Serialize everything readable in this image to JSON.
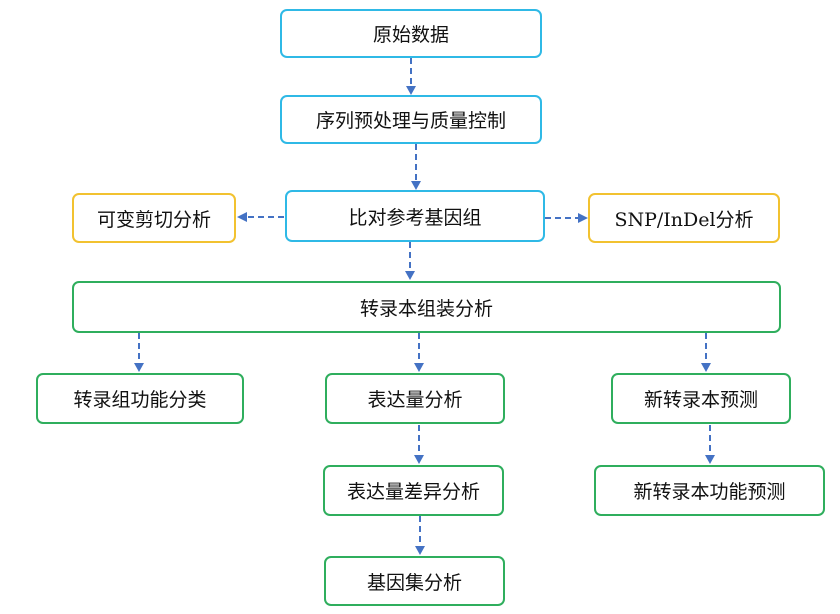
{
  "nodes": {
    "raw_data": "原始数据",
    "preprocess_qc": "序列预处理与质量控制",
    "align_reference": "比对参考基因组",
    "alt_splicing": "可变剪切分析",
    "snp_indel": "SNP/InDel分析",
    "transcript_assembly": "转录本组装分析",
    "transcriptome_function": "转录组功能分类",
    "expression": "表达量分析",
    "new_transcript": "新转录本预测",
    "diff_expression": "表达量差异分析",
    "new_transcript_function": "新转录本功能预测",
    "gene_set": "基因集分析"
  },
  "colors": {
    "cyan_border": "#2fb9e6",
    "yellow_border": "#f2c230",
    "green_border": "#2fae5d",
    "arrow": "#4472c4"
  }
}
